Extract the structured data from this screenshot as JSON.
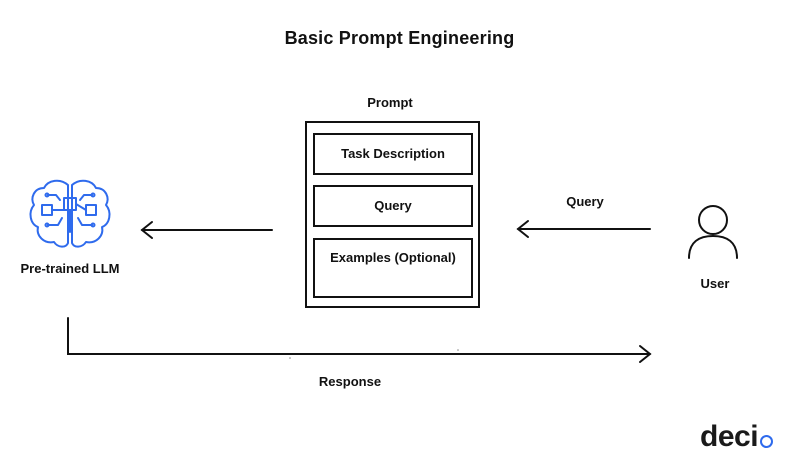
{
  "title": "Basic Prompt Engineering",
  "prompt": {
    "label": "Prompt",
    "sections": [
      "Task Description",
      "Query",
      "Examples (Optional)"
    ]
  },
  "llm": {
    "label": "Pre-trained LLM",
    "icon": "brain-chip-icon"
  },
  "user": {
    "label": "User",
    "icon": "user-icon"
  },
  "arrows": {
    "query_label": "Query",
    "response_label": "Response"
  },
  "logo": {
    "text": "deci",
    "accent_color": "#2f6bed"
  },
  "colors": {
    "ink": "#111111",
    "brain": "#2f6bed"
  }
}
